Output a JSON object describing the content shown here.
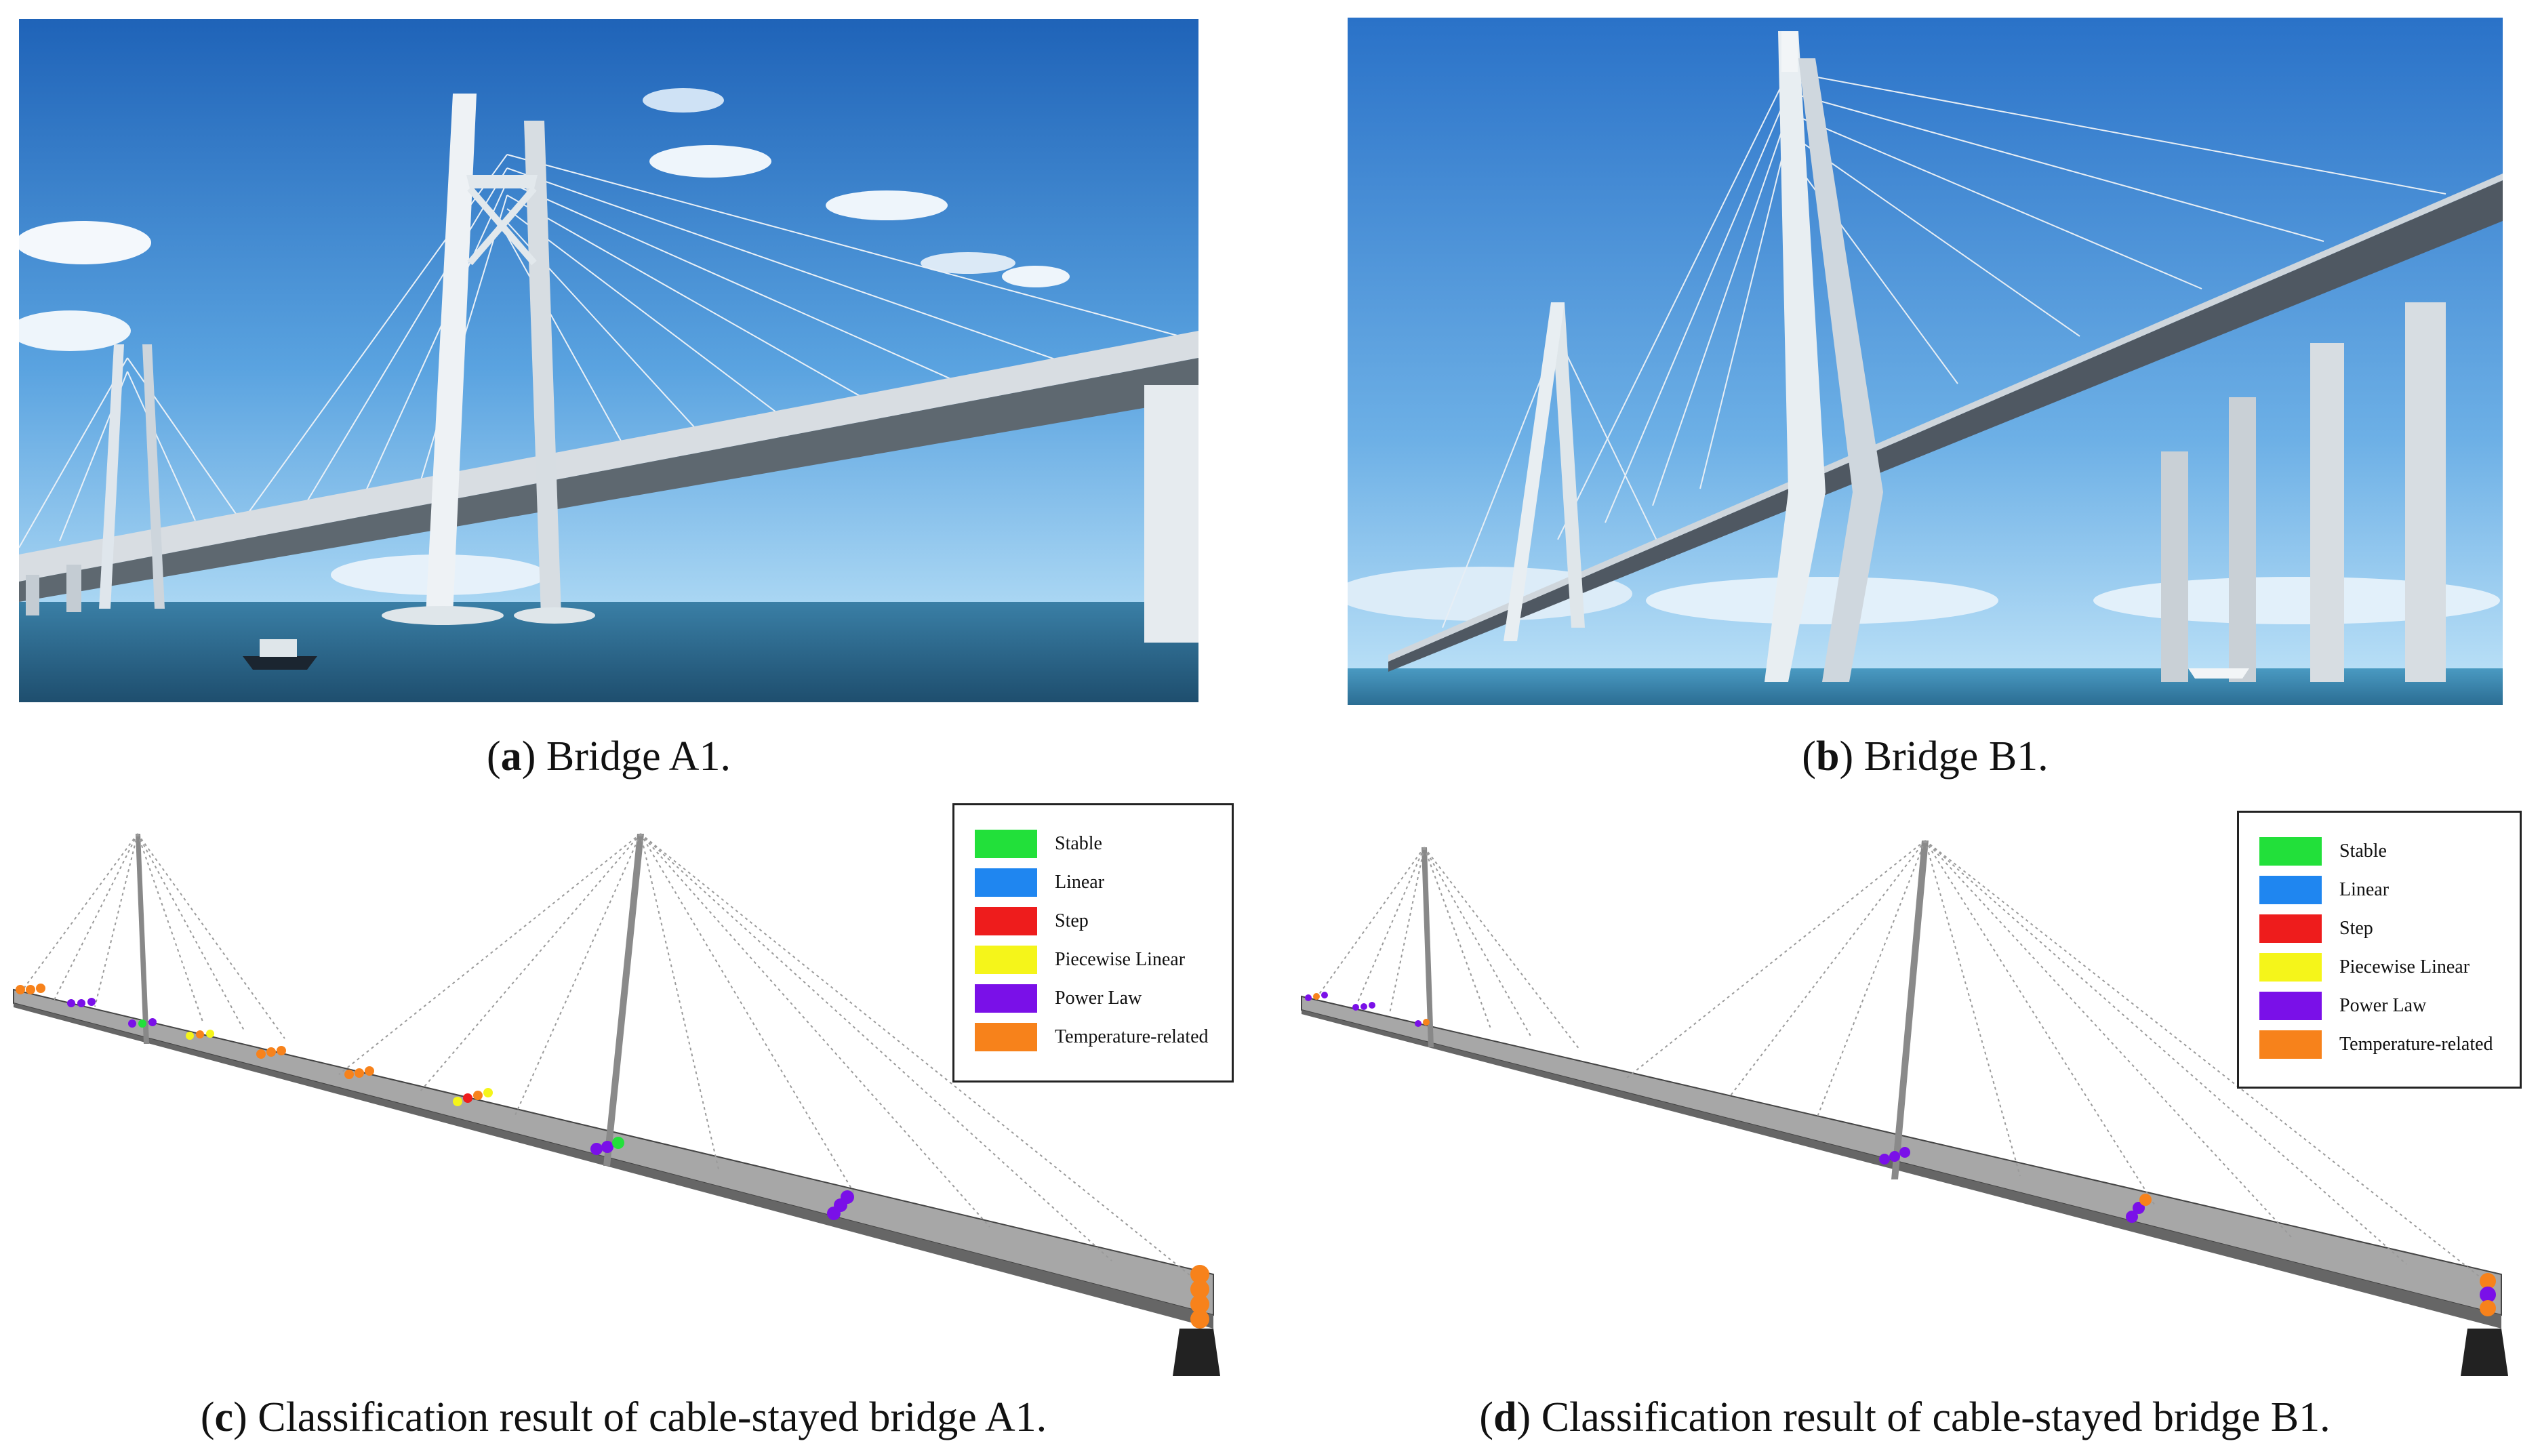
{
  "panels": {
    "a": {
      "letter": "a",
      "caption": ") Bridge A1."
    },
    "b": {
      "letter": "b",
      "caption": ") Bridge B1."
    },
    "c": {
      "letter": "c",
      "caption": ") Classification result of cable-stayed bridge A1."
    },
    "d": {
      "letter": "d",
      "caption": ") Classification result of cable-stayed bridge B1."
    }
  },
  "legend": {
    "items": [
      {
        "label": "Stable",
        "color": "#22e03a"
      },
      {
        "label": "Linear",
        "color": "#1f86f0"
      },
      {
        "label": "Step",
        "color": "#ee1c1c"
      },
      {
        "label": "Piecewise Linear",
        "color": "#f5f51a"
      },
      {
        "label": "Power Law",
        "color": "#7a10e8"
      },
      {
        "label": "Temperature-related",
        "color": "#f7821b"
      }
    ]
  },
  "colors": {
    "sky_top": "#2f79c9",
    "sky_bottom": "#9fd0f2",
    "sea": "#2d6a8f",
    "deck": "#a9a9a9",
    "pylon": "#5a5a5a"
  }
}
